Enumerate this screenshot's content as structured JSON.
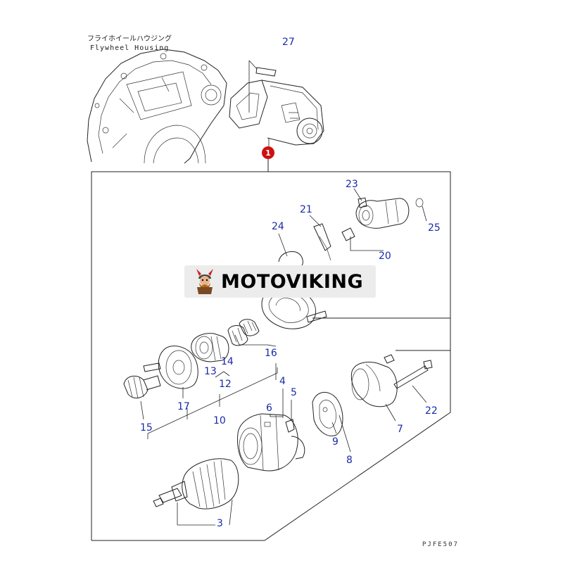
{
  "header": {
    "label_jp": "フライホイールハウジング",
    "label_en": "Flywheel Housing"
  },
  "callout": {
    "number": "1",
    "color": "#cc1111"
  },
  "watermark": {
    "brand_text": "MOTOVIKING",
    "logo_icon": "viking-mascot-icon"
  },
  "part_labels": {
    "p27": "27",
    "p23": "23",
    "p21": "21",
    "p24": "24",
    "p25": "25",
    "p20": "20",
    "p16": "16",
    "p13": "13",
    "p14": "14",
    "p12": "12",
    "p4": "4",
    "p5": "5",
    "p6": "6",
    "p17": "17",
    "p15": "15",
    "p10": "10",
    "p22": "22",
    "p7": "7",
    "p9": "9",
    "p8": "8",
    "p3": "3"
  },
  "footer": {
    "drawing_code": "PJFE507"
  },
  "colors": {
    "label_blue": "#1b2aa8",
    "line": "#222222",
    "watermark_bg": "#ececec"
  }
}
